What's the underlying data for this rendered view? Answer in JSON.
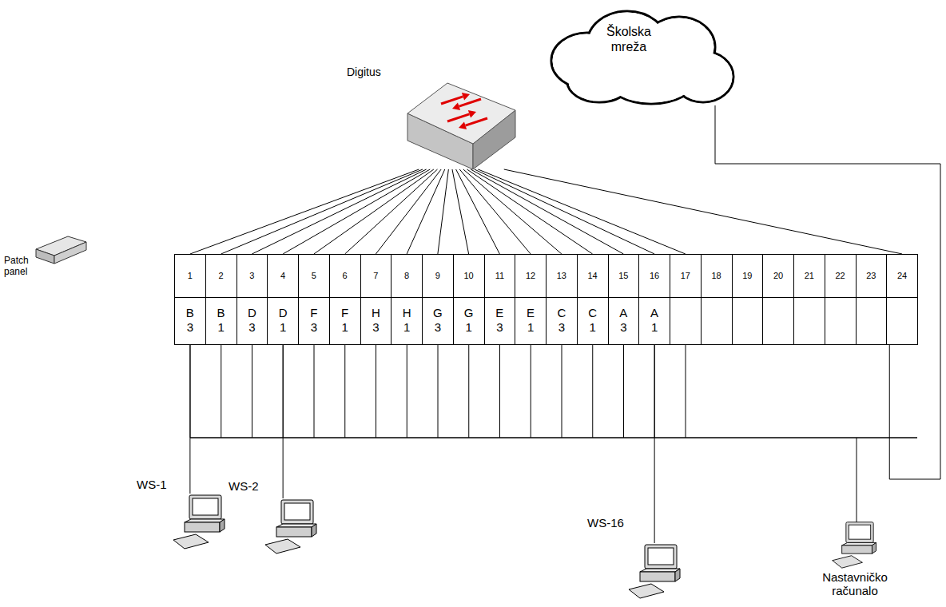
{
  "diagram": {
    "nodes": [
      {
        "text": [
          "Školska mreža"
        ]
      },
      {
        "text": [
          "Digitus"
        ]
      },
      {
        "text": [
          "1",
          "B 3"
        ]
      },
      {
        "text": [
          "2",
          "B 1"
        ]
      },
      {
        "text": [
          "3",
          "D 3"
        ]
      },
      {
        "text": [
          "4",
          "D 1"
        ]
      },
      {
        "text": [
          "5",
          "F 3"
        ]
      },
      {
        "text": [
          "6",
          "F 1"
        ]
      },
      {
        "text": [
          "7",
          "H 3"
        ]
      },
      {
        "text": [
          "8",
          "H 1"
        ]
      },
      {
        "text": [
          "9",
          "G 3"
        ]
      },
      {
        "text": [
          "10",
          "G 1"
        ]
      },
      {
        "text": [
          "11",
          "E 3"
        ]
      },
      {
        "text": [
          "12",
          "E 1"
        ]
      },
      {
        "text": [
          "13",
          "C 3"
        ]
      },
      {
        "text": [
          "14",
          "C 1"
        ]
      },
      {
        "text": [
          "15",
          "A 3"
        ]
      },
      {
        "text": [
          "16",
          "A 1"
        ]
      },
      {
        "text": [
          "17"
        ]
      },
      {
        "text": [
          "18"
        ]
      },
      {
        "text": [
          "19"
        ]
      },
      {
        "text": [
          "20"
        ]
      },
      {
        "text": [
          "21"
        ]
      },
      {
        "text": [
          "22"
        ]
      },
      {
        "text": [
          "23"
        ]
      },
      {
        "text": [
          "24"
        ]
      },
      {
        "text": [
          "WS-1"
        ]
      },
      {
        "text": [
          "WS-2"
        ]
      },
      {
        "text": [
          "WS-16"
        ]
      },
      {
        "text": [
          "Nastavničko računalo"
        ]
      }
    ],
    "edges": [
      {
        "from": 1,
        "to": 2,
        "arrow": "none"
      },
      {
        "from": 1,
        "to": 3,
        "arrow": "none"
      },
      {
        "from": 1,
        "to": 4,
        "arrow": "none"
      },
      {
        "from": 1,
        "to": 5,
        "arrow": "none"
      },
      {
        "from": 1,
        "to": 6,
        "arrow": "none"
      },
      {
        "from": 1,
        "to": 7,
        "arrow": "none"
      },
      {
        "from": 1,
        "to": 8,
        "arrow": "none"
      },
      {
        "from": 1,
        "to": 9,
        "arrow": "none"
      },
      {
        "from": 1,
        "to": 10,
        "arrow": "none"
      },
      {
        "from": 1,
        "to": 11,
        "arrow": "none"
      },
      {
        "from": 1,
        "to": 12,
        "arrow": "none"
      },
      {
        "from": 1,
        "to": 13,
        "arrow": "none"
      },
      {
        "from": 1,
        "to": 14,
        "arrow": "none"
      },
      {
        "from": 1,
        "to": 15,
        "arrow": "none"
      },
      {
        "from": 1,
        "to": 16,
        "arrow": "none"
      },
      {
        "from": 1,
        "to": 17,
        "arrow": "none"
      },
      {
        "from": 1,
        "to": 18,
        "arrow": "none"
      },
      {
        "from": 1,
        "to": 25,
        "arrow": "none"
      },
      {
        "from": 25,
        "to": 0,
        "arrow": "none"
      },
      {
        "from": 2,
        "to": 26,
        "arrow": "none"
      },
      {
        "from": 5,
        "to": 27,
        "arrow": "none"
      },
      {
        "from": 17,
        "to": 28,
        "arrow": "none"
      }
    ],
    "labels": [
      "Patch panel"
    ]
  }
}
